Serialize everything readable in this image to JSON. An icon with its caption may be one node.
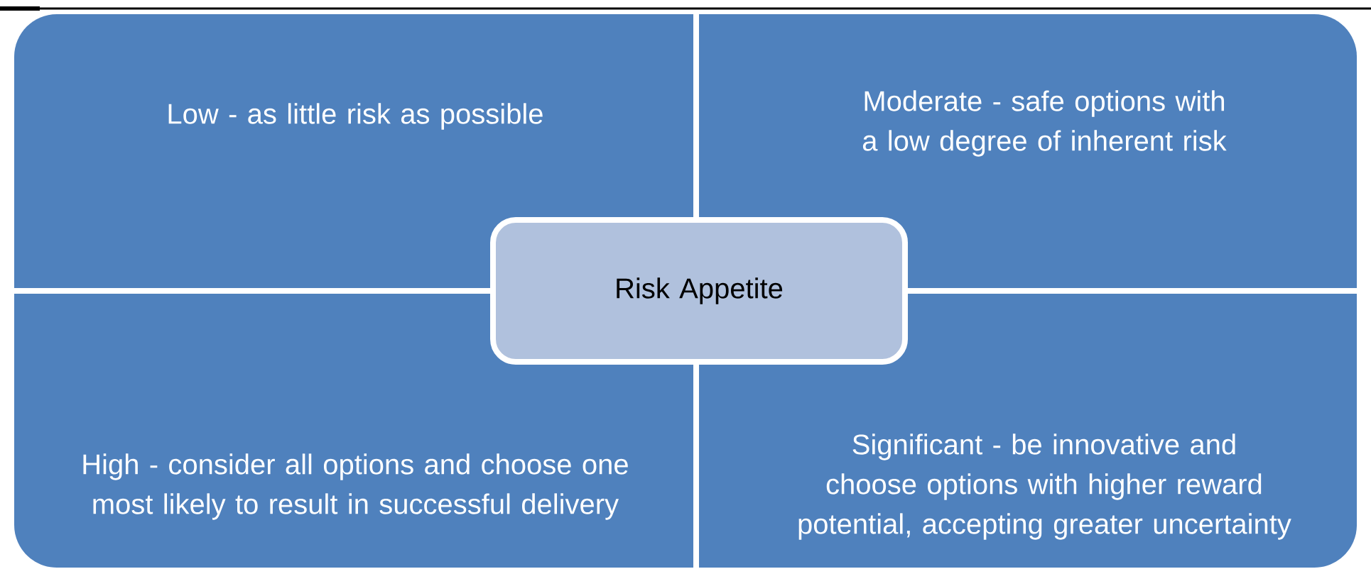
{
  "diagram": {
    "nodes": [
      {
        "text": [
          "Low - as little risk as possible"
        ]
      },
      {
        "text": [
          "Moderate - safe options with a low degree of inherent risk"
        ]
      },
      {
        "text": [
          "Risk Appetite"
        ]
      },
      {
        "text": [
          "High - consider all options and choose one most likely to result in successful delivery"
        ]
      },
      {
        "text": [
          "Significant - be innovative and choose options with higher reward potential, accepting greater uncertainty"
        ]
      }
    ]
  }
}
